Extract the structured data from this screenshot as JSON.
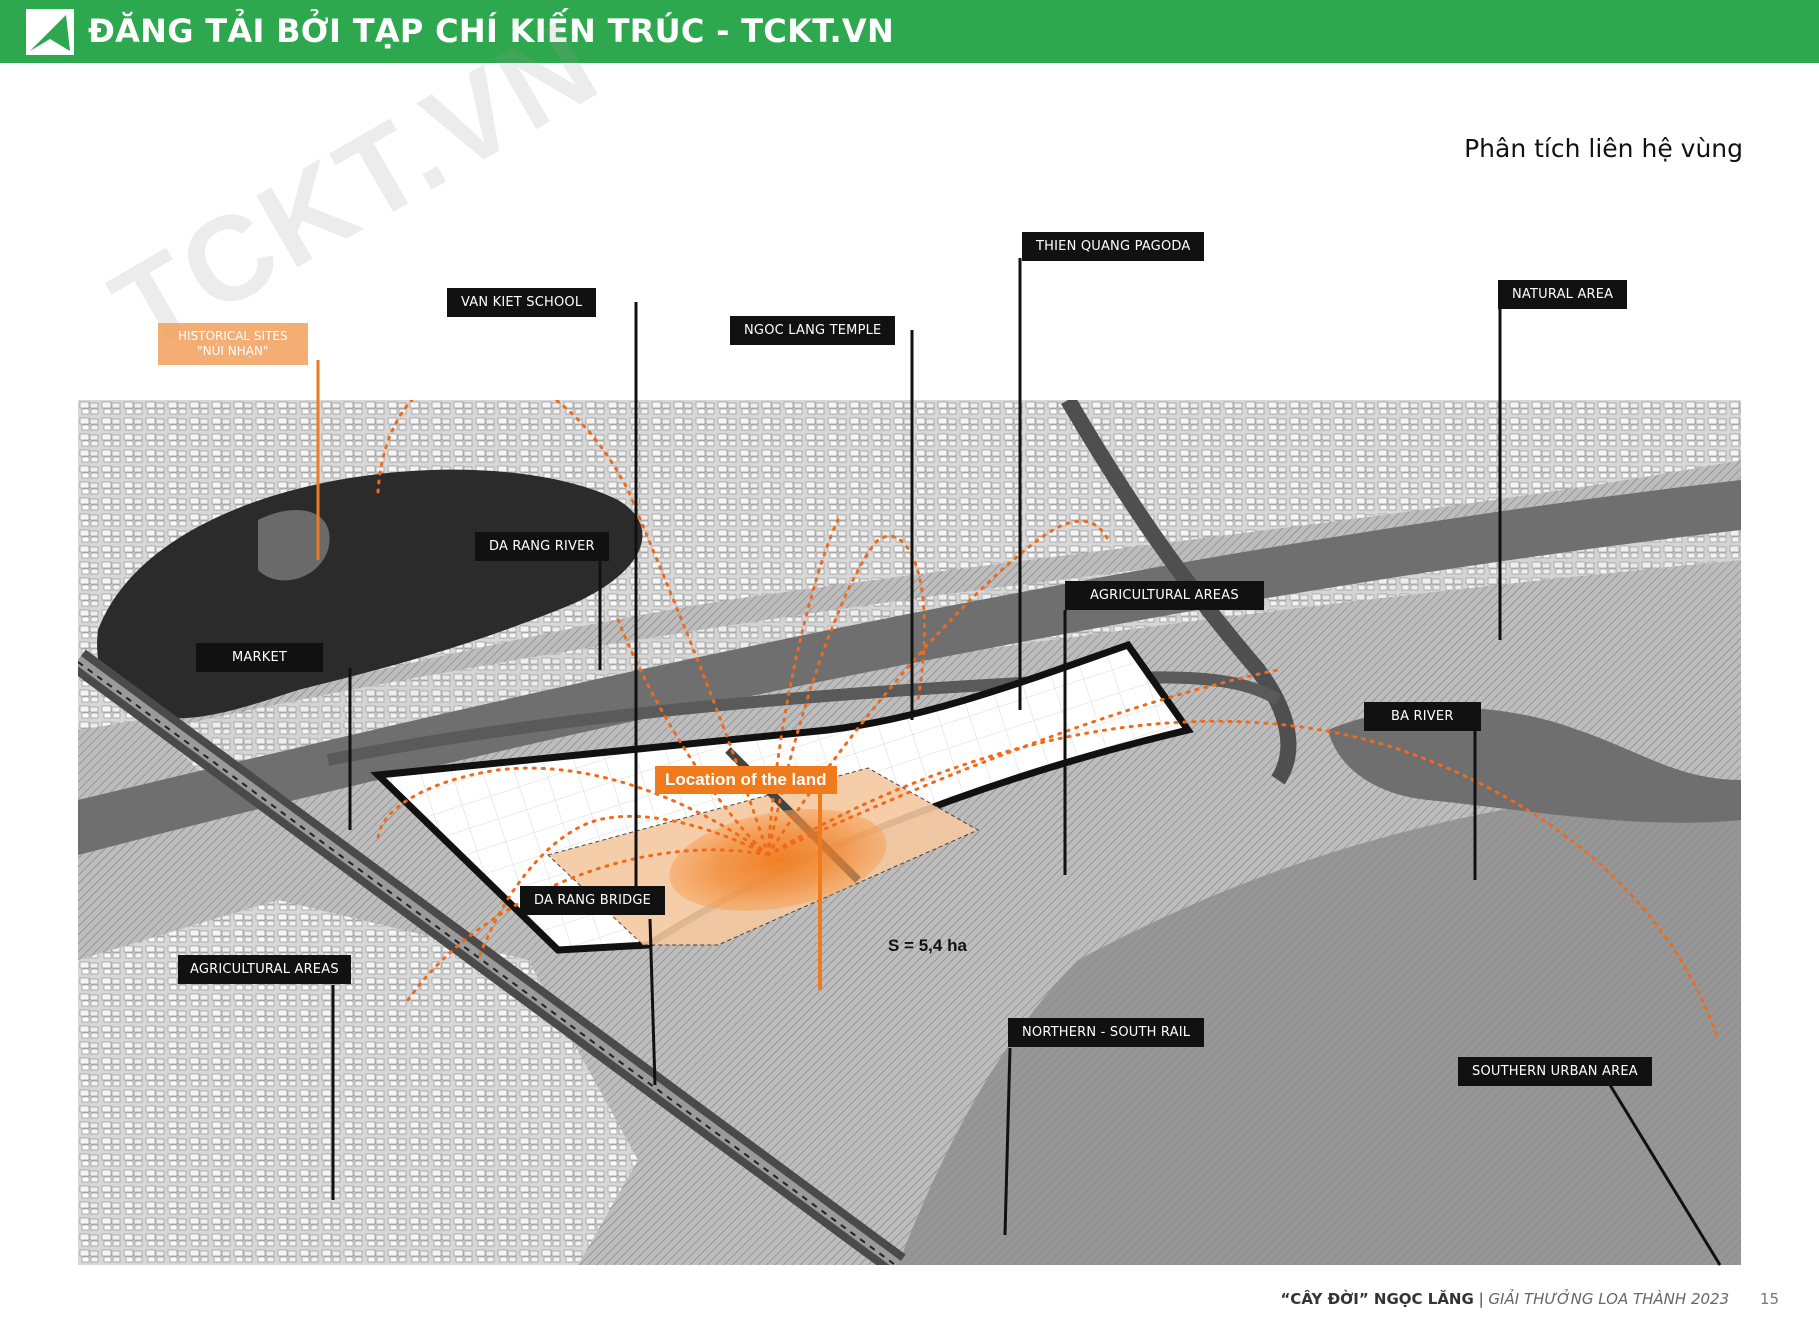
{
  "banner": {
    "text": "ĐĂNG TẢI BỞI TẠP CHÍ KIẾN TRÚC - TCKT.VN"
  },
  "page_title": "Phân tích liên hệ vùng",
  "watermark": "TCKT.VN",
  "colors": {
    "banner": "#2ea84f",
    "accent": "#f07b1d",
    "label_bg": "#111111",
    "site_fill": "#f5c9a0"
  },
  "labels": {
    "historical": "HISTORICAL SITES\n\"NÚI NHẠN\"",
    "van_kiet_school": "VAN KIET SCHOOL",
    "ngoc_lang_temple": "NGOC LANG TEMPLE",
    "thien_quang_pagoda": "THIEN QUANG PAGODA",
    "natural_area": "NATURAL AREA",
    "da_rang_river": "DA RANG RIVER",
    "market": "MARKET",
    "agricultural_areas_top": "AGRICULTURAL AREAS",
    "ba_river": "BA RIVER",
    "location_of_land": "Location of the land",
    "da_rang_bridge": "DA RANG BRIDGE",
    "site_area": "S = 5,4 ha",
    "agricultural_areas_left": "AGRICULTURAL AREAS",
    "northern_south_rail": "NORTHERN - SOUTH RAIL",
    "southern_urban_area": "SOUTHERN URBAN AREA"
  },
  "footer": {
    "project": "“CÂY ĐỜI” NGỌC LĂNG",
    "separator": "|",
    "award": "GIẢI THƯỞNG LOA THÀNH 2023",
    "page": "15"
  }
}
